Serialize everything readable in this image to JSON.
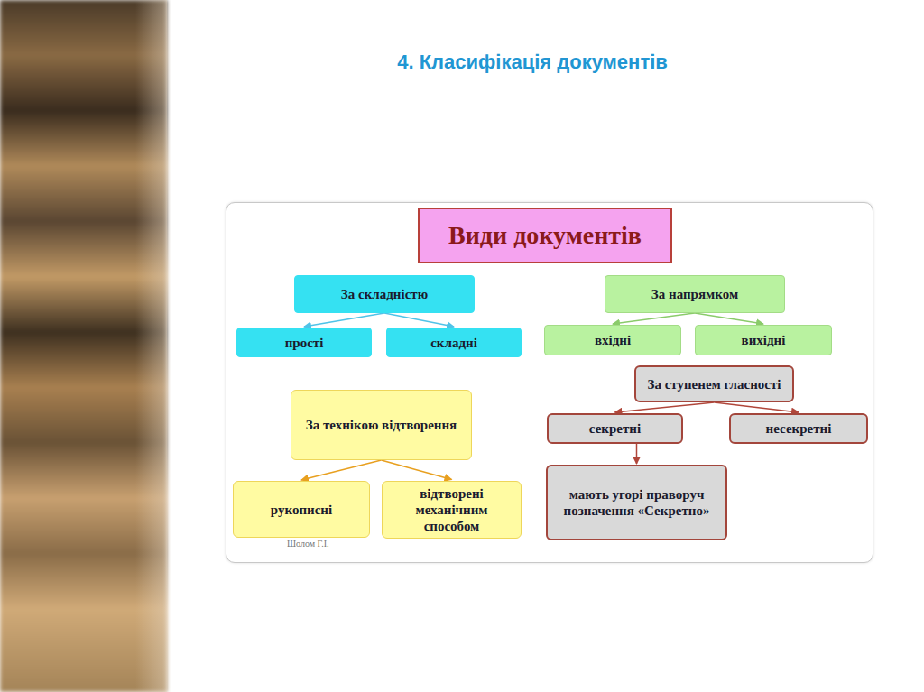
{
  "diagram": {
    "title": "4. Класифікація документів",
    "nodes": [
      {
        "text": [
          "Види документів"
        ]
      },
      {
        "text": [
          "За складністю"
        ]
      },
      {
        "text": [
          "прості"
        ]
      },
      {
        "text": [
          "складні"
        ]
      },
      {
        "text": [
          "За напрямком"
        ]
      },
      {
        "text": [
          "вхідні"
        ]
      },
      {
        "text": [
          "вихідні"
        ]
      },
      {
        "text": [
          "За технікою відтворення"
        ]
      },
      {
        "text": [
          "рукописні"
        ]
      },
      {
        "text": [
          "відтворені механічним способом"
        ]
      },
      {
        "text": [
          "За ступенем гласності"
        ]
      },
      {
        "text": [
          "секретні"
        ]
      },
      {
        "text": [
          "несекретні"
        ]
      },
      {
        "text": [
          "мають угорі праворуч позначення «Секретно»"
        ]
      }
    ],
    "edges": [
      {
        "from": 1,
        "to": 2,
        "arrow": "to"
      },
      {
        "from": 1,
        "to": 3,
        "arrow": "to"
      },
      {
        "from": 4,
        "to": 5,
        "arrow": "to"
      },
      {
        "from": 4,
        "to": 6,
        "arrow": "to"
      },
      {
        "from": 7,
        "to": 8,
        "arrow": "to"
      },
      {
        "from": 7,
        "to": 9,
        "arrow": "to"
      },
      {
        "from": 10,
        "to": 11,
        "arrow": "to"
      },
      {
        "from": 10,
        "to": 12,
        "arrow": "to"
      },
      {
        "from": 11,
        "to": 13,
        "arrow": "to"
      }
    ],
    "labels": [
      "Шолом Г.І."
    ]
  }
}
